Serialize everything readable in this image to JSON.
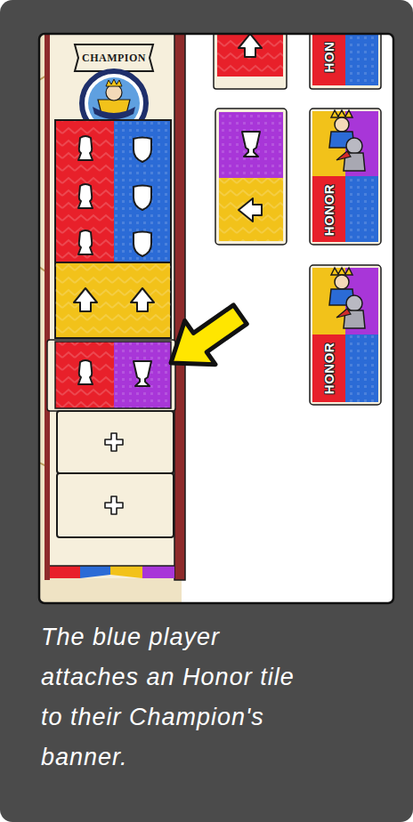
{
  "diagram": {
    "caption": "The blue player attaches an Honor tile to their Champion's banner.",
    "labels": [
      "CHAMPION",
      "HON",
      "HONOR",
      "HONOR"
    ]
  }
}
